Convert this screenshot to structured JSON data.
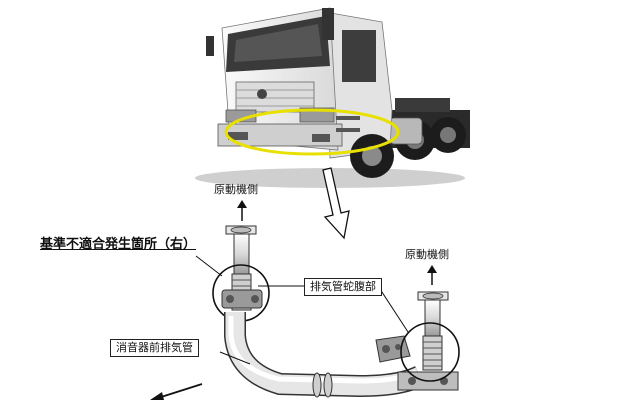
{
  "labels": {
    "engine_side_top": "原動機側",
    "engine_side_right": "原動機側",
    "location_title": "基準不適合発生箇所（右）",
    "exhaust_bellows": "排気管蛇腹部",
    "front_pipe": "消音器前排気管"
  },
  "colors": {
    "highlight_ellipse": "#e8e000",
    "line": "#222222",
    "truck_cab": "#f2f2f2"
  },
  "icons": [
    "arrow-up-icon",
    "hollow-arrow-down-icon",
    "arrow-left-icon"
  ]
}
